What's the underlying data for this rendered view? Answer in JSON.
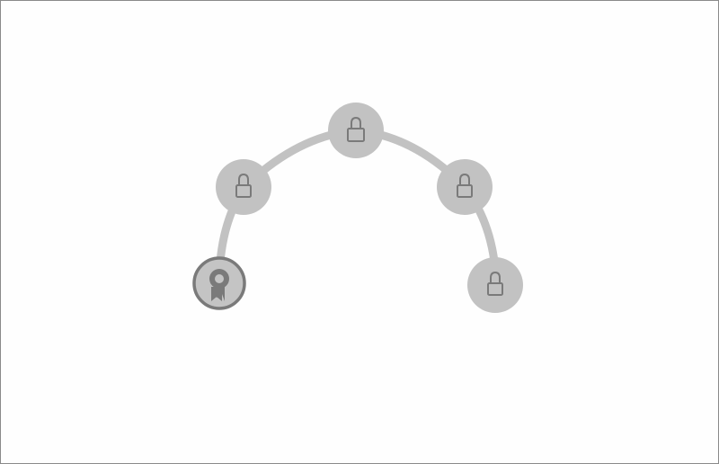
{
  "progress_path": {
    "milestones": [
      {
        "name": "milestone-1",
        "state": "achieved",
        "icon": "award-badge-icon"
      },
      {
        "name": "milestone-2",
        "state": "locked",
        "icon": "lock-icon"
      },
      {
        "name": "milestone-3",
        "state": "locked",
        "icon": "lock-icon"
      },
      {
        "name": "milestone-4",
        "state": "locked",
        "icon": "lock-icon"
      },
      {
        "name": "milestone-5",
        "state": "locked",
        "icon": "lock-icon"
      }
    ],
    "achieved_count": 1,
    "total_count": 5
  },
  "colors": {
    "track": "#c2c2c2",
    "node": "#c2c2c2",
    "icon": "#7a7a7a",
    "achieved_ring": "#7a7a7a",
    "background": "#fefefe"
  }
}
